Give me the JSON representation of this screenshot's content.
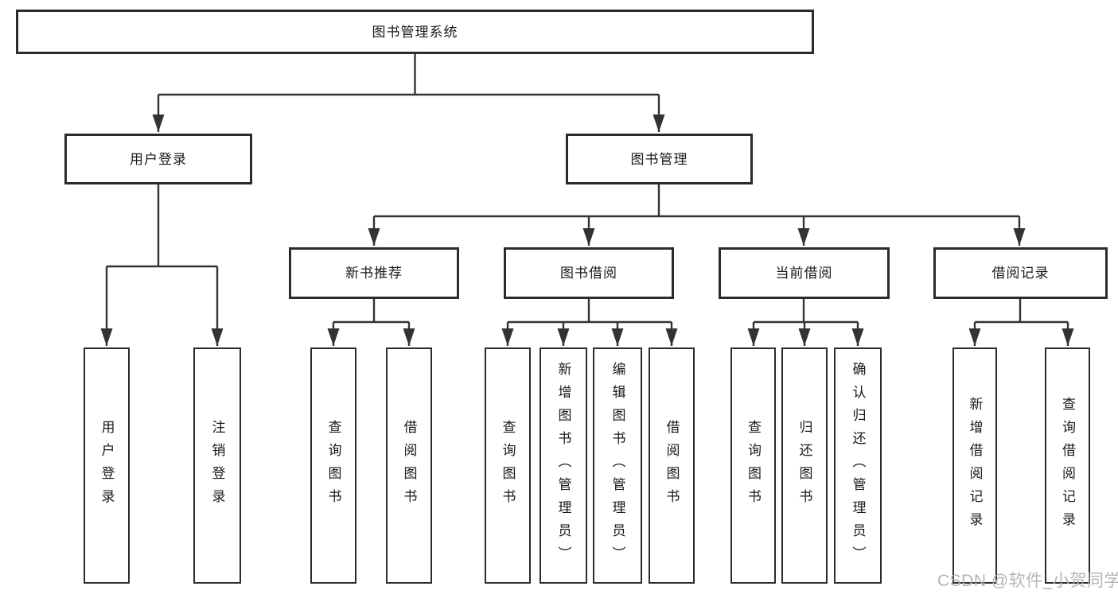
{
  "colors": {
    "background": "#ffffff",
    "line": "#333333",
    "border": "#2b2b2b",
    "text": "#1a1a1a",
    "watermark": "#b0b0b0"
  },
  "watermark": "CSDN @软件_小贺同学",
  "tree": {
    "label": "图书管理系统",
    "children": [
      {
        "label": "用户登录",
        "children": [
          {
            "label": "用户登录"
          },
          {
            "label": "注销登录"
          }
        ]
      },
      {
        "label": "图书管理",
        "children": [
          {
            "label": "新书推荐",
            "children": [
              {
                "label": "查询图书"
              },
              {
                "label": "借阅图书"
              }
            ]
          },
          {
            "label": "图书借阅",
            "children": [
              {
                "label": "查询图书"
              },
              {
                "label": "新增图书（管理员）"
              },
              {
                "label": "编辑图书（管理员）"
              },
              {
                "label": "借阅图书"
              }
            ]
          },
          {
            "label": "当前借阅",
            "children": [
              {
                "label": "查询图书"
              },
              {
                "label": "归还图书"
              },
              {
                "label": "确认归还（管理员）"
              }
            ]
          },
          {
            "label": "借阅记录",
            "children": [
              {
                "label": "新增借阅记录"
              },
              {
                "label": "查询借阅记录"
              }
            ]
          }
        ]
      }
    ]
  }
}
